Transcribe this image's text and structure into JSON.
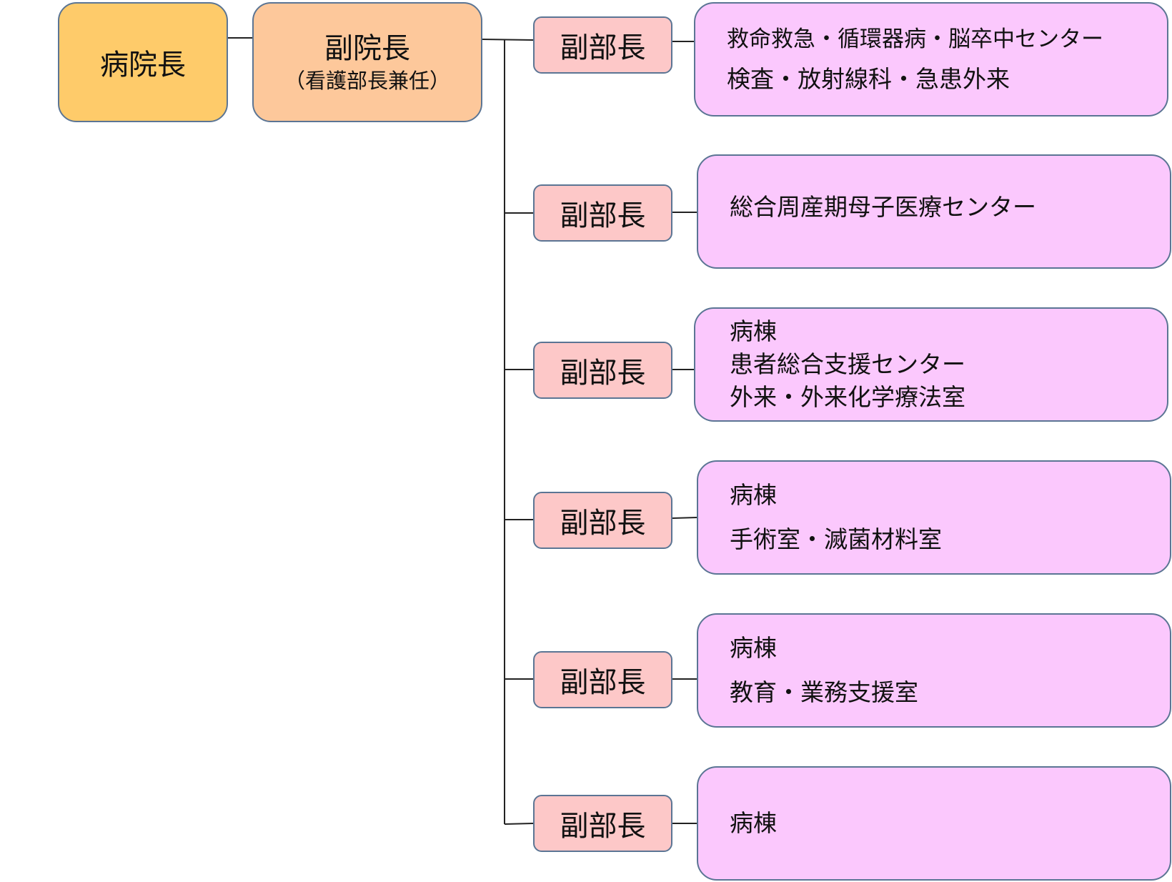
{
  "director": {
    "label": "病院長"
  },
  "vice_director": {
    "title": "副院長",
    "note": "（看護部長兼任）"
  },
  "deputies": [
    {
      "label": "副部長",
      "units": [
        "救命救急・循環器病・脳卒中センター",
        "検査・放射線科・急患外来"
      ]
    },
    {
      "label": "副部長",
      "units": [
        "総合周産期母子医療センター"
      ]
    },
    {
      "label": "副部長",
      "units": [
        "病棟",
        "患者総合支援センター",
        "外来・外来化学療法室"
      ]
    },
    {
      "label": "副部長",
      "units": [
        "病棟",
        "手術室・滅菌材料室"
      ]
    },
    {
      "label": "副部長",
      "units": [
        "病棟",
        "教育・業務支援室"
      ]
    },
    {
      "label": "副部長",
      "units": [
        "病棟"
      ]
    }
  ]
}
